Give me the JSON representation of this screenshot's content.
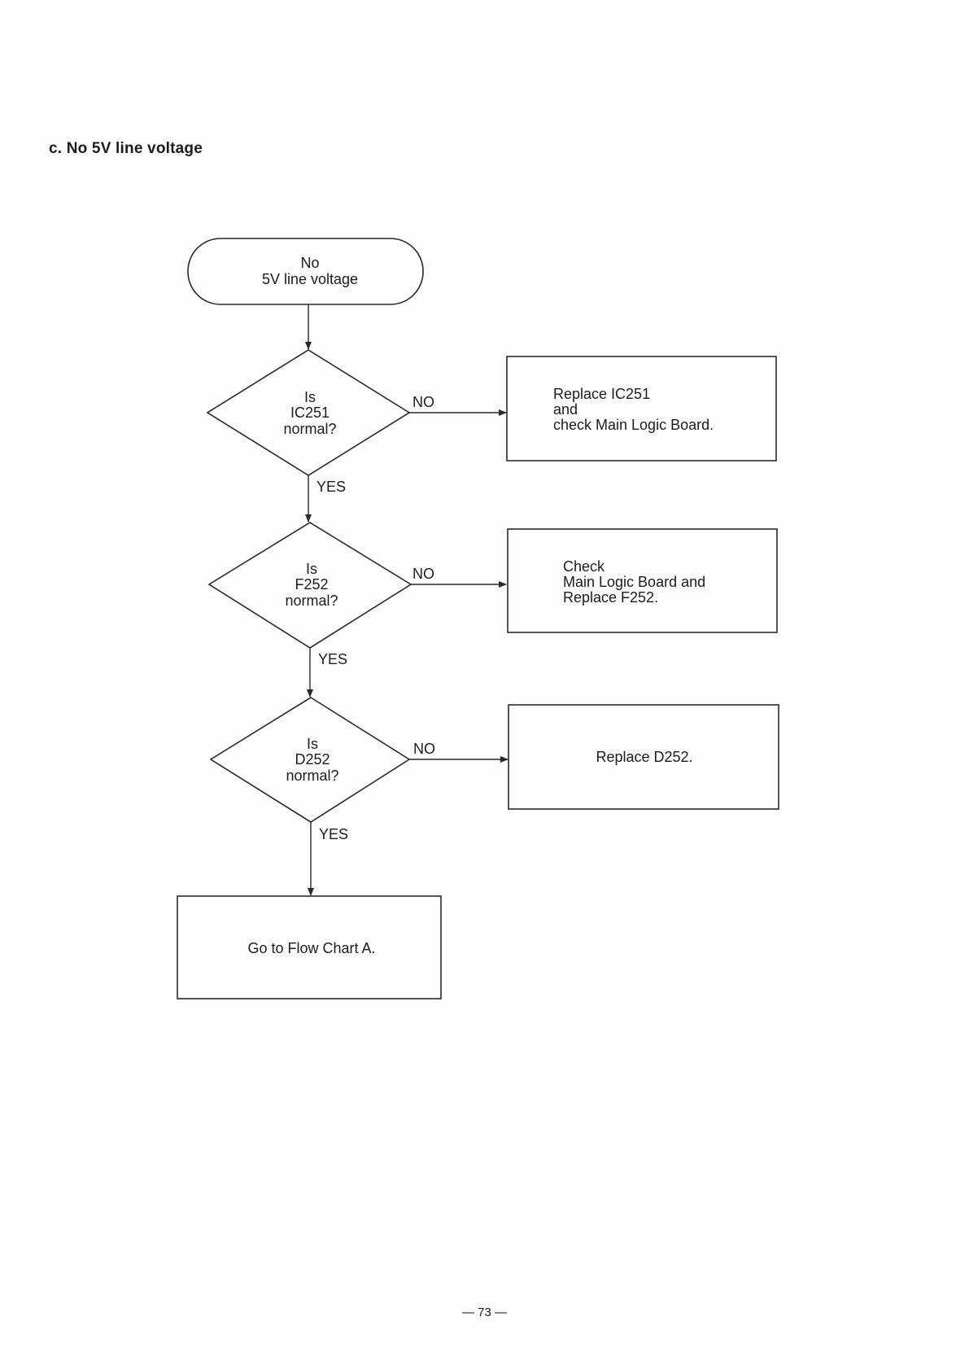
{
  "title": "c. No 5V line voltage",
  "start": {
    "lines": [
      "No",
      "5V line voltage"
    ]
  },
  "decisions": [
    {
      "lines": [
        "Is",
        "IC251",
        "normal?"
      ],
      "no_label": "NO",
      "yes_label": "YES"
    },
    {
      "lines": [
        "Is",
        "F252",
        "normal?"
      ],
      "no_label": "NO",
      "yes_label": "YES"
    },
    {
      "lines": [
        "Is",
        "D252",
        "normal?"
      ],
      "no_label": "NO",
      "yes_label": "YES"
    }
  ],
  "actions": [
    {
      "lines": [
        "Replace IC251",
        "and",
        "check Main Logic Board."
      ]
    },
    {
      "lines": [
        "Check",
        "Main Logic Board and",
        "Replace F252."
      ]
    },
    {
      "lines": [
        "Replace D252."
      ]
    }
  ],
  "end": {
    "lines": [
      "Go to Flow Chart A."
    ]
  },
  "page_number": "— 73 —"
}
